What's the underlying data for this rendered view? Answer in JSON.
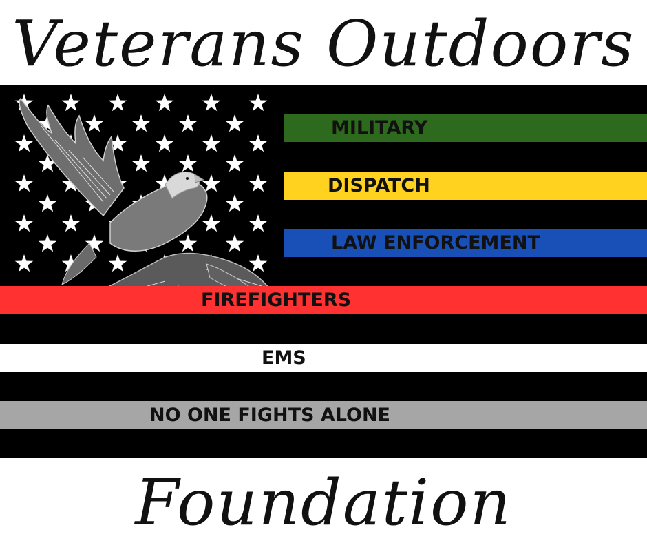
{
  "title_top": "Veterans Outdoors",
  "title_bottom": "Foundation",
  "stripes": {
    "military": "MILITARY",
    "dispatch": "DISPATCH",
    "law_enforcement": "LAW ENFORCEMENT",
    "firefighters": "FIREFIGHTERS",
    "ems": "EMS",
    "no_one": "NO ONE FIGHTS ALONE"
  },
  "colors": {
    "military": "#2e6a1e",
    "dispatch": "#ffd21f",
    "law_enforcement": "#1950b8",
    "firefighters": "#ff3131",
    "ems": "#ffffff",
    "no_one": "#a6a6a6",
    "flag_base": "#000000"
  },
  "icons": [
    "star-icon",
    "eagle-icon"
  ]
}
